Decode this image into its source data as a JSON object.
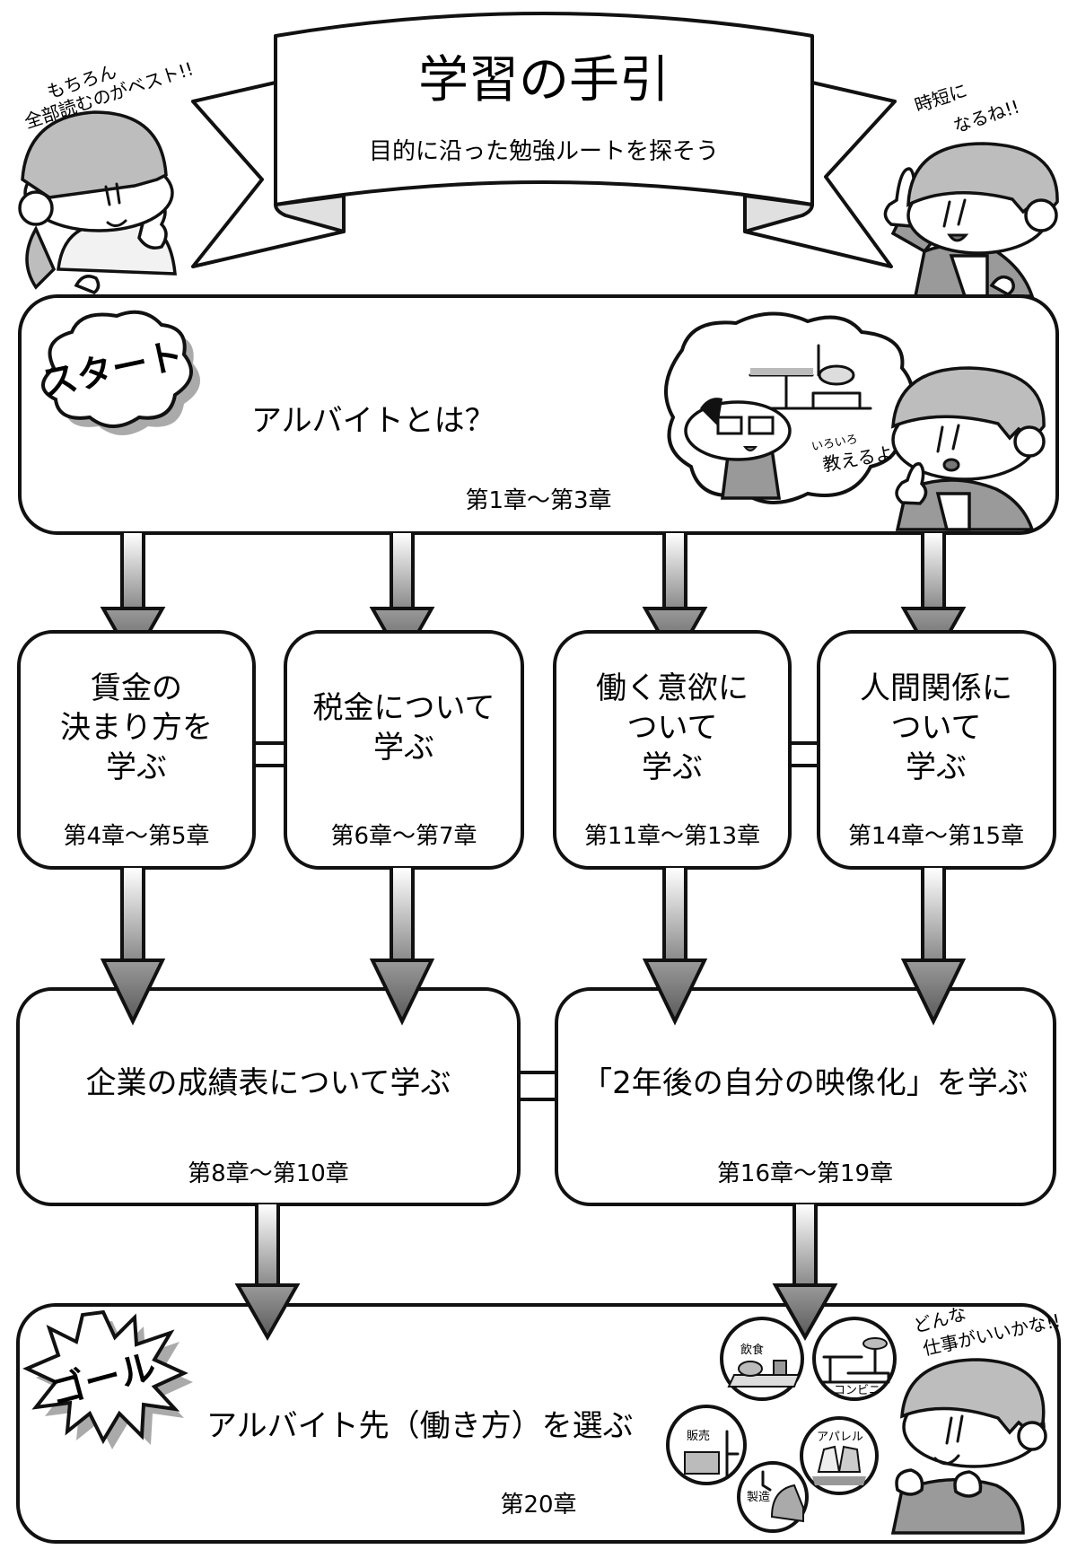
{
  "header": {
    "title": "学習の手引",
    "subtitle": "目的に沿った勉強ルートを探そう"
  },
  "speech": {
    "left_line1": "もちろん",
    "left_line2": "全部読むのがベスト!!",
    "right_line1": "時短に",
    "right_line2": "なるね!!",
    "thought": [
      "いろいろ",
      "教えるよ"
    ],
    "goal_line1": "どんな",
    "goal_line2": "仕事がいいかな!!"
  },
  "start": {
    "badge": "スタート",
    "title": "アルバイトとは？",
    "chapters": "第1章〜第3章"
  },
  "row2": [
    {
      "lines": [
        "賃金の",
        "決まり方を",
        "学ぶ"
      ],
      "chapters": "第4章〜第5章"
    },
    {
      "lines": [
        "税金について",
        "学ぶ"
      ],
      "chapters": "第6章〜第7章"
    },
    {
      "lines": [
        "働く意欲に",
        "ついて",
        "学ぶ"
      ],
      "chapters": "第11章〜第13章"
    },
    {
      "lines": [
        "人間関係に",
        "ついて",
        "学ぶ"
      ],
      "chapters": "第14章〜第15章"
    }
  ],
  "row3": [
    {
      "title": "企業の成績表について学ぶ",
      "chapters": "第8章〜第10章"
    },
    {
      "title": "「2年後の自分の映像化」を学ぶ",
      "chapters": "第16章〜第19章"
    }
  ],
  "goal": {
    "badge": "ゴール",
    "title": "アルバイト先（働き方）を選ぶ",
    "chapters": "第20章",
    "job_types": [
      "飲食",
      "コンビニ",
      "販売",
      "アパレル",
      "製造"
    ]
  },
  "colors": {
    "ink": "#111111",
    "hair_gray": "#bdbdbd",
    "cloth_gray": "#9a9a9a",
    "arrow_dark": "#6e6e6e",
    "shadow": "#aaaaaa"
  }
}
